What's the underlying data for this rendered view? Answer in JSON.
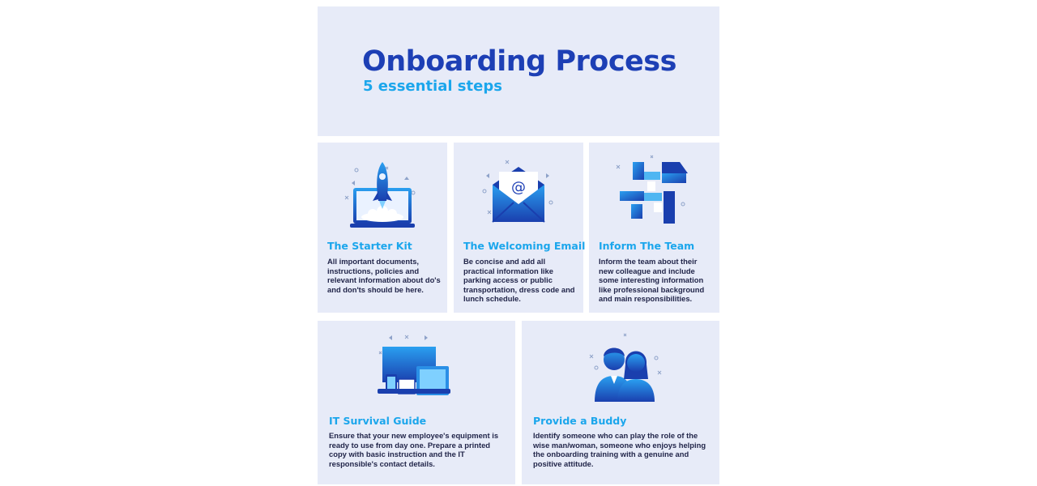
{
  "header": {
    "title": "Onboarding Process",
    "subtitle": "5 essential steps"
  },
  "colors": {
    "background": "#e7ebf8",
    "title": "#1d3fb5",
    "accent": "#1ba6ec",
    "body_text": "#22264a"
  },
  "steps": [
    {
      "icon": "rocket-laptop-icon",
      "title": "The Starter Kit",
      "text": "All important documents, instructions, policies and relevant information about do's and don'ts should be here."
    },
    {
      "icon": "email-envelope-icon",
      "title": "The Welcoming Email",
      "text": "Be concise and add all practical information like parking access or public transportation, dress code and lunch schedule."
    },
    {
      "icon": "team-hands-icon",
      "title": "Inform The Team",
      "text": "Inform the team about their new colleague and include some interesting information like professional background and main responsibilities."
    },
    {
      "icon": "devices-icon",
      "title": "IT Survival Guide",
      "text": "Ensure that your new employee's equipment is ready to use from day one. Prepare a printed copy with basic instruction and the IT responsible's contact details."
    },
    {
      "icon": "buddy-people-icon",
      "title": "Provide a Buddy",
      "text": "Identify someone who can play the role of the wise man/woman, someone who enjoys helping the onboarding training with a genuine and positive attitude."
    }
  ]
}
